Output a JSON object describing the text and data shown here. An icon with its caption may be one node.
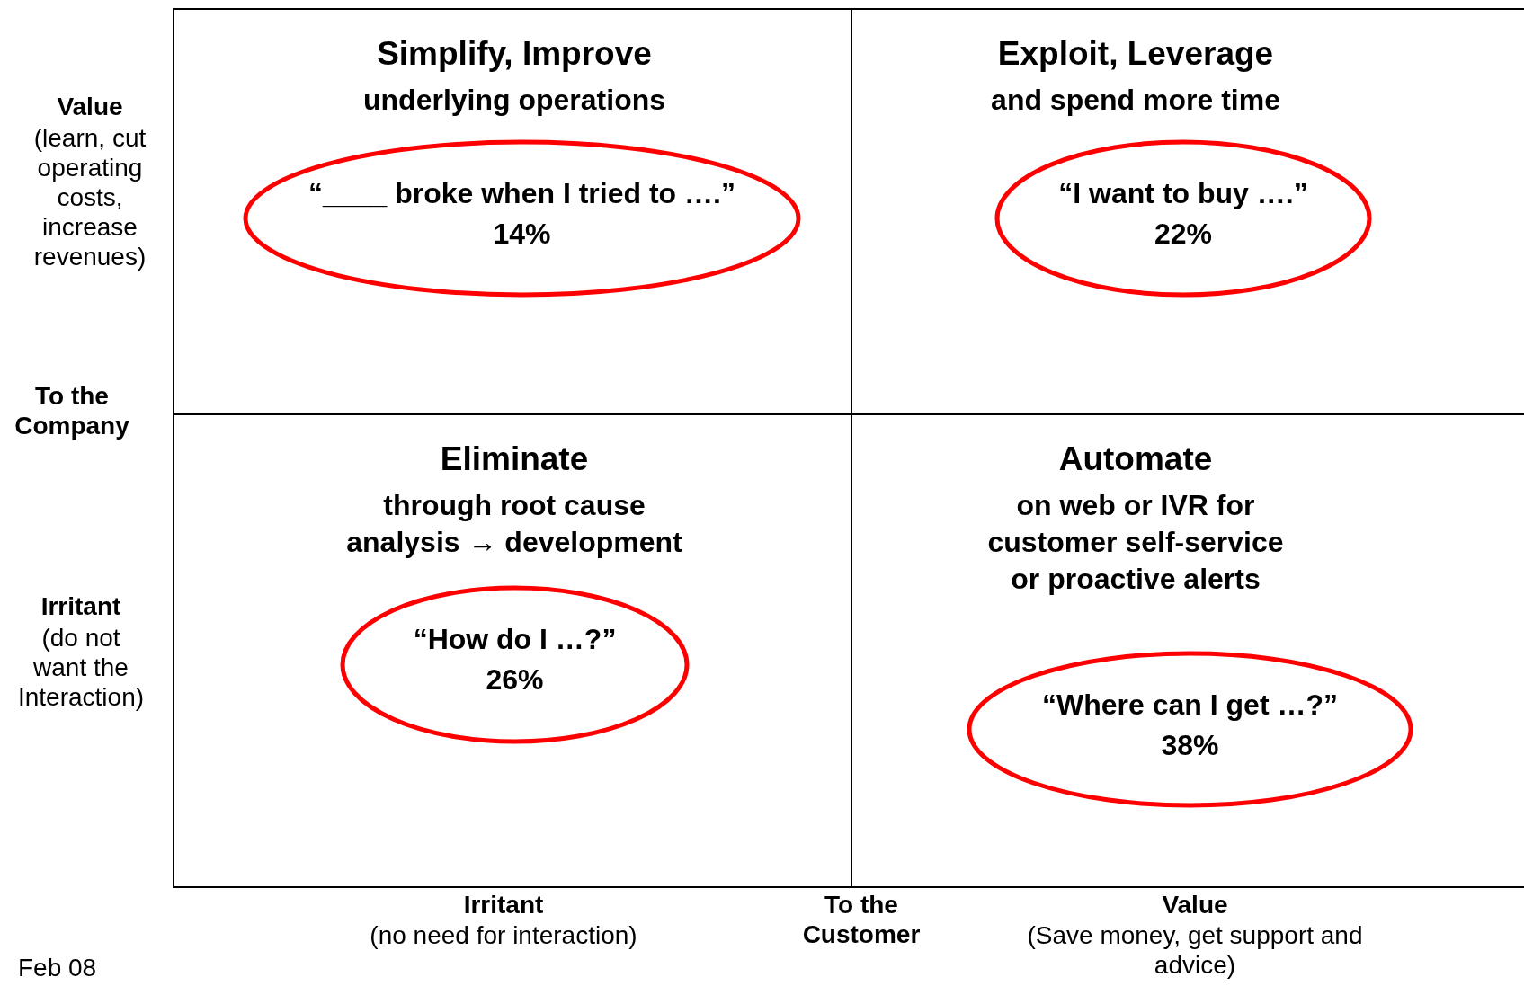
{
  "diagram": {
    "nodes": [
      {
        "text": [
          "Simplify, Improve",
          "underlying operations"
        ]
      },
      {
        "text": [
          "“____ broke when I tried to ….”",
          "14%"
        ],
        "in": 0
      },
      {
        "text": [
          "Exploit, Leverage",
          "and spend more time"
        ]
      },
      {
        "text": [
          "“I want to buy ….”",
          "22%"
        ],
        "in": 2
      },
      {
        "text": [
          "Eliminate",
          "through root cause analysis → development"
        ]
      },
      {
        "text": [
          "“How do I …?”",
          "26%"
        ],
        "in": 4
      },
      {
        "text": [
          "Automate",
          "on web or IVR for customer self-service or proactive alerts"
        ]
      },
      {
        "text": [
          "“Where can I get …?”",
          "38%"
        ],
        "in": 6
      }
    ],
    "labels": [
      "Value",
      "(learn, cut operating costs, increase revenues)",
      "To the Company",
      "Irritant",
      "(do not want the Interaction)",
      "Irritant",
      "(no need for interaction)",
      "To the Customer",
      "Value",
      "(Save money, get support and advice)",
      "Feb 08"
    ]
  }
}
